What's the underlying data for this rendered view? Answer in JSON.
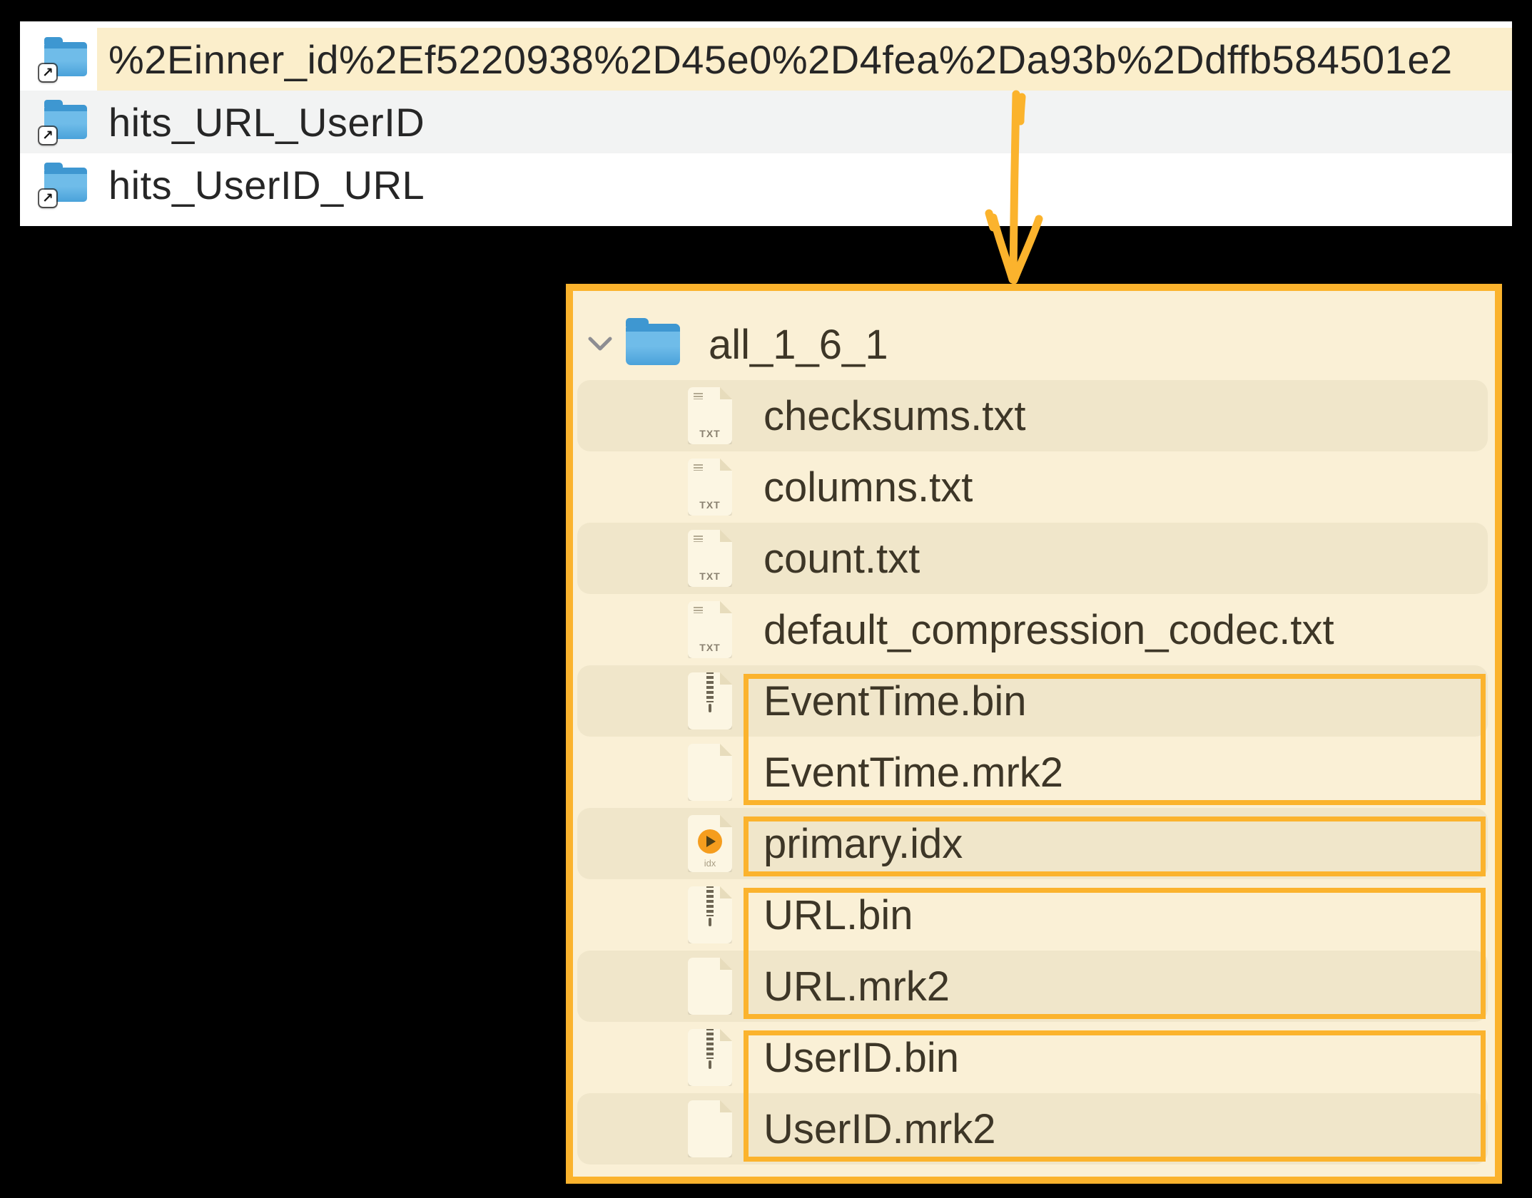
{
  "finder_list": {
    "rows": [
      {
        "name": "%2Einner_id%2Ef5220938%2D45e0%2D4fea%2Da93b%2Ddffb584501e2",
        "icon": "folder-alias",
        "highlighted": true
      },
      {
        "name": "hits_URL_UserID",
        "icon": "folder-alias",
        "highlighted": false
      },
      {
        "name": "hits_UserID_URL",
        "icon": "folder-alias",
        "highlighted": false
      }
    ]
  },
  "tree_panel": {
    "root": {
      "label": "all_1_6_1",
      "icon": "folder",
      "expanded": true
    },
    "files": [
      {
        "label": "checksums.txt",
        "icon": "txt"
      },
      {
        "label": "columns.txt",
        "icon": "txt"
      },
      {
        "label": "count.txt",
        "icon": "txt"
      },
      {
        "label": "default_compression_codec.txt",
        "icon": "txt"
      },
      {
        "label": "EventTime.bin",
        "icon": "bin"
      },
      {
        "label": "EventTime.mrk2",
        "icon": "blank"
      },
      {
        "label": "primary.idx",
        "icon": "idx"
      },
      {
        "label": "URL.bin",
        "icon": "bin"
      },
      {
        "label": "URL.mrk2",
        "icon": "blank"
      },
      {
        "label": "UserID.bin",
        "icon": "bin"
      },
      {
        "label": "UserID.mrk2",
        "icon": "blank"
      }
    ]
  },
  "annotations": {
    "arrow": "orange-down-arrow-from-selected-part-to-contents",
    "boxes": [
      {
        "group": "EventTime-column",
        "from_index": 4,
        "to_index": 5
      },
      {
        "group": "primary-index",
        "from_index": 6,
        "to_index": 6
      },
      {
        "group": "URL-column",
        "from_index": 7,
        "to_index": 8
      },
      {
        "group": "UserID-column",
        "from_index": 9,
        "to_index": 10
      }
    ]
  },
  "icons": {
    "alias_arrow_glyph": "↗",
    "txt_label": "TXT",
    "idx_label": "idx",
    "chevron": "chevron-down"
  },
  "colors": {
    "accent_orange": "#fbb32d",
    "cream_highlight": "#fbeecb",
    "panel_bg": "#faf0d6",
    "panel_stripe": "#f0e6ca",
    "list_stripe": "#f2f3f3",
    "top_text": "#262626",
    "panel_text": "#3d3627",
    "page_fill": "#fcf6e3",
    "folder_blue_1": "#6fbce9",
    "folder_blue_2": "#4aa2da",
    "folder_tab": "#3e97d1"
  }
}
